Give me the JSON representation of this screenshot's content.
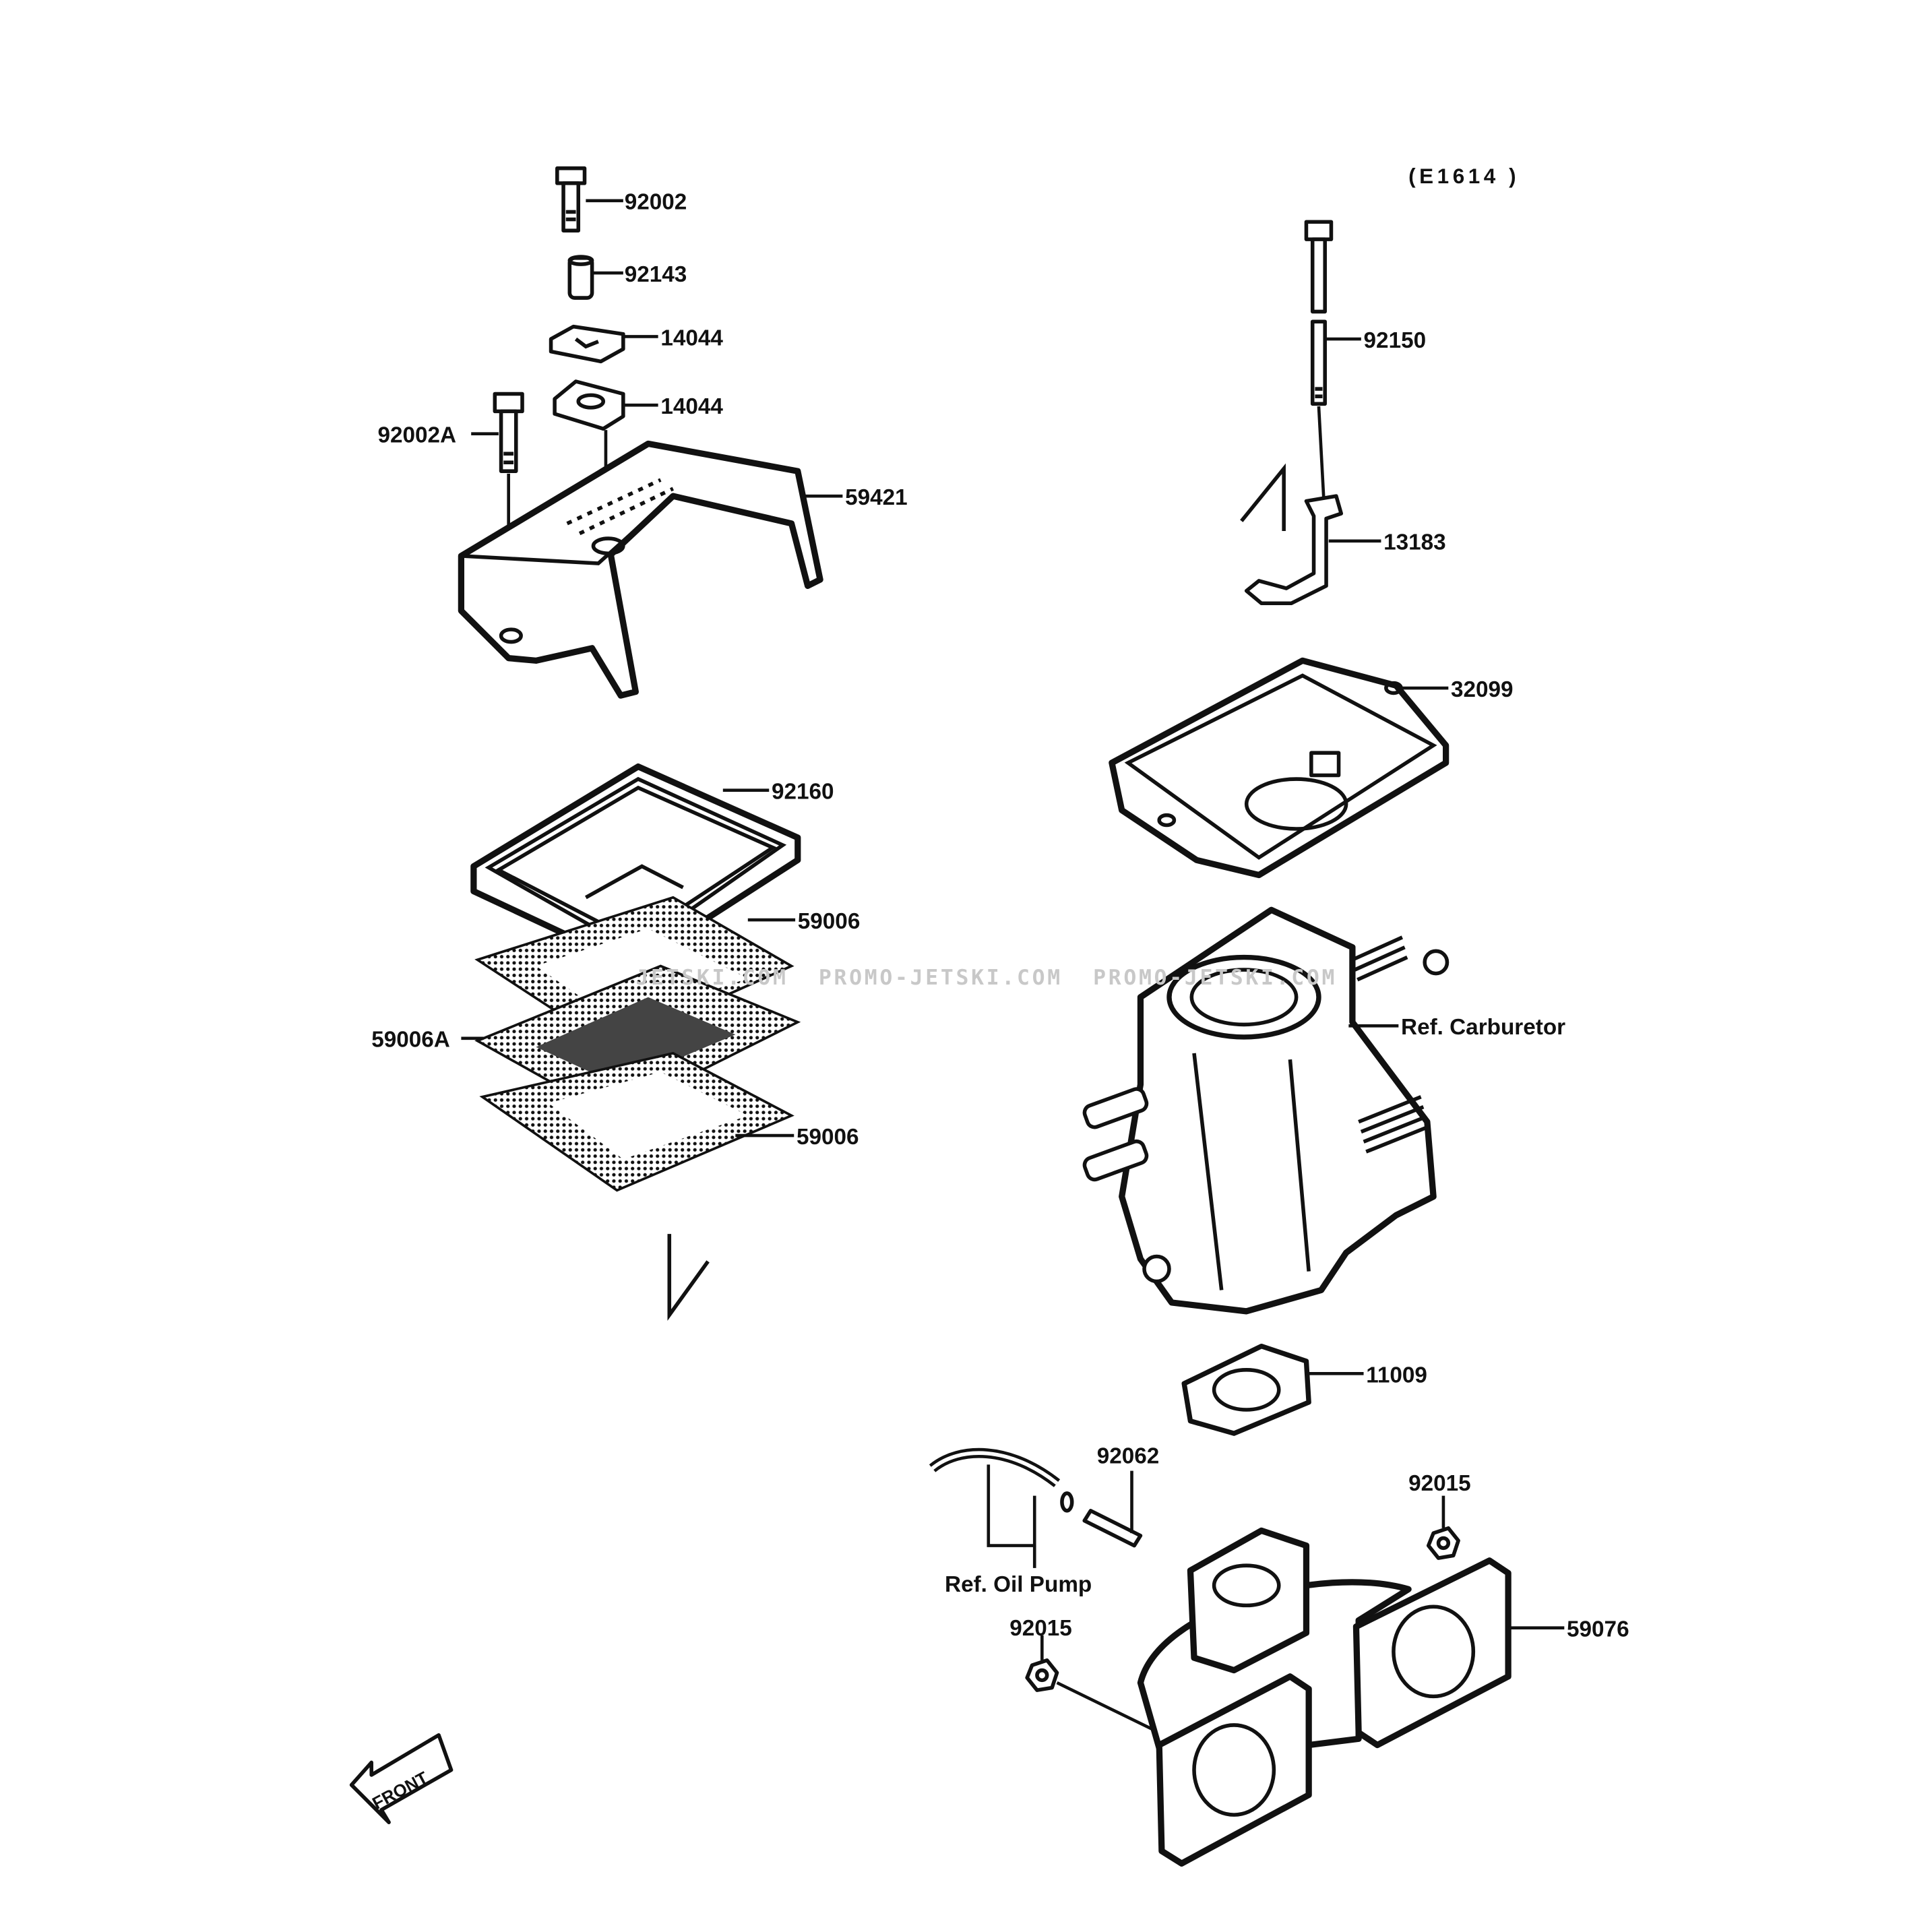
{
  "diagram_code": "(E1614 )",
  "labels": {
    "p92002": "92002",
    "p92143": "92143",
    "p14044_a": "14044",
    "p14044_b": "14044",
    "p92002A": "92002A",
    "p59421": "59421",
    "p92160": "92160",
    "p59006_a": "59006",
    "p59006A": "59006A",
    "p59006_b": "59006",
    "p92150": "92150",
    "p13183": "13183",
    "p32099": "32099",
    "ref_carburetor": "Ref. Carburetor",
    "p11009": "11009",
    "p92062": "92062",
    "p92015_a": "92015",
    "p92015_b": "92015",
    "ref_oil_pump": "Ref. Oil Pump",
    "p59076": "59076"
  },
  "front_marker": "FRONT",
  "watermark": "JETSKI.COM  PROMO-JETSKI.COM  PROMO-JETSKI.COM"
}
